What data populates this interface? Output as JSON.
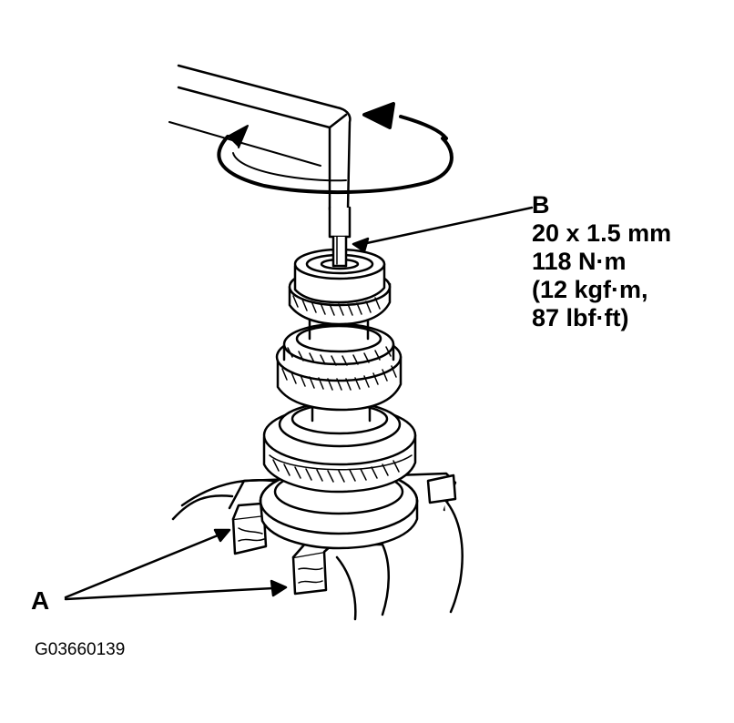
{
  "callouts": {
    "a": {
      "letter": "A"
    },
    "b": {
      "letter": "B",
      "spec_lines": [
        "20 x 1.5 mm",
        "118 N·m",
        "(12 kgf·m,",
        "87 lbf·ft)"
      ]
    }
  },
  "figure_id": "G03660139",
  "icons": [
    "rotation-arrow-icon",
    "wrench-handle",
    "gear-stack",
    "support-blocks"
  ]
}
